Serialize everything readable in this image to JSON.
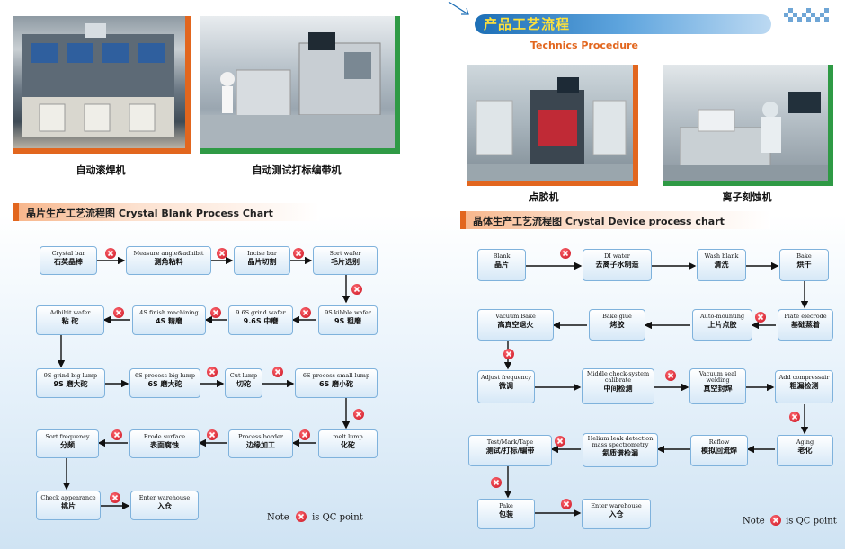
{
  "photos_left": {
    "roller_caption": "自动滚焊机",
    "tester_caption": "自动测试打标编带机"
  },
  "header_right": {
    "title_cn": "产品工艺流程",
    "title_en": "Technics Procedure"
  },
  "photos_right": {
    "dispenser_caption": "点胶机",
    "etcher_caption": "离子刻蚀机"
  },
  "blank_chart": {
    "title": "晶片生产工艺流程图   Crystal Blank Process Chart",
    "steps": [
      {
        "en": "Crystal bar",
        "cn": "石英晶棒"
      },
      {
        "en": "Measure angle&adhibit",
        "cn": "测角粘料"
      },
      {
        "en": "Incise bar",
        "cn": "晶片切割"
      },
      {
        "en": "Sort wafer",
        "cn": "毛片选别"
      },
      {
        "en": "9S kibble wafer",
        "cn": "9S  粗磨"
      },
      {
        "en": "9.6S grind wafer",
        "cn": "9.6S  中磨"
      },
      {
        "en": "4S finish machining",
        "cn": "4S  精磨"
      },
      {
        "en": "Adhibit wafer",
        "cn": "粘  砣"
      },
      {
        "en": "9S grind big lump",
        "cn": "9S  磨大砣"
      },
      {
        "en": "6S process  big lump",
        "cn": "6S  磨大砣"
      },
      {
        "en": "Cut lump",
        "cn": "切砣"
      },
      {
        "en": "6S process small lump",
        "cn": "6S 磨小砣"
      },
      {
        "en": "melt lump",
        "cn": "化砣"
      },
      {
        "en": "Process border",
        "cn": "边缘加工"
      },
      {
        "en": "Erode surface",
        "cn": "表面腐蚀"
      },
      {
        "en": "Sort frequency",
        "cn": "分频"
      },
      {
        "en": "Check appearance",
        "cn": "挑片"
      },
      {
        "en": "Enter warehouse",
        "cn": "入仓"
      }
    ],
    "note_prefix": "Note",
    "note_suffix": "is QC point"
  },
  "device_chart": {
    "title": "晶体生产工艺流程图   Crystal Device process chart",
    "steps": [
      {
        "en": "Blank",
        "cn": "晶片"
      },
      {
        "en": "DI water",
        "cn": "去离子水制造"
      },
      {
        "en": "Wash blank",
        "cn": "清洗"
      },
      {
        "en": "Bake",
        "cn": "烘干"
      },
      {
        "en": "Plate elecrode",
        "cn": "基础蒸着"
      },
      {
        "en": "Auto-mounting",
        "cn": "上片点胶"
      },
      {
        "en": "Bake glue",
        "cn": "烤胶"
      },
      {
        "en": "Vacuum Bake",
        "cn": "高真空退火"
      },
      {
        "en": "Adjust frequency",
        "cn": "微调"
      },
      {
        "en": "Middle check-system calibrate",
        "cn": "中间检测"
      },
      {
        "en": "Vacuum seal welding",
        "cn": "真空封焊"
      },
      {
        "en": "Add compressair",
        "cn": "粗漏检测"
      },
      {
        "en": "Aging",
        "cn": "老化"
      },
      {
        "en": "Reflow",
        "cn": "模拟回流焊"
      },
      {
        "en": "Helium leak detection mass spectrometry",
        "cn": "氦质谱检漏"
      },
      {
        "en": "Test/Mark/Tape",
        "cn": "测试/打标/编带"
      },
      {
        "en": "Pake",
        "cn": "包装"
      },
      {
        "en": "Enter warehouse",
        "cn": "入仓"
      }
    ],
    "note_prefix": "Note",
    "note_suffix": "is QC point"
  },
  "colors": {
    "accent_orange": "#e2661e",
    "accent_green": "#2f9a45",
    "box_border": "#7fb2dc",
    "qc_red": "#c8101e",
    "header_blue": "#1d6fb6",
    "header_yellow": "#ffe23a"
  }
}
